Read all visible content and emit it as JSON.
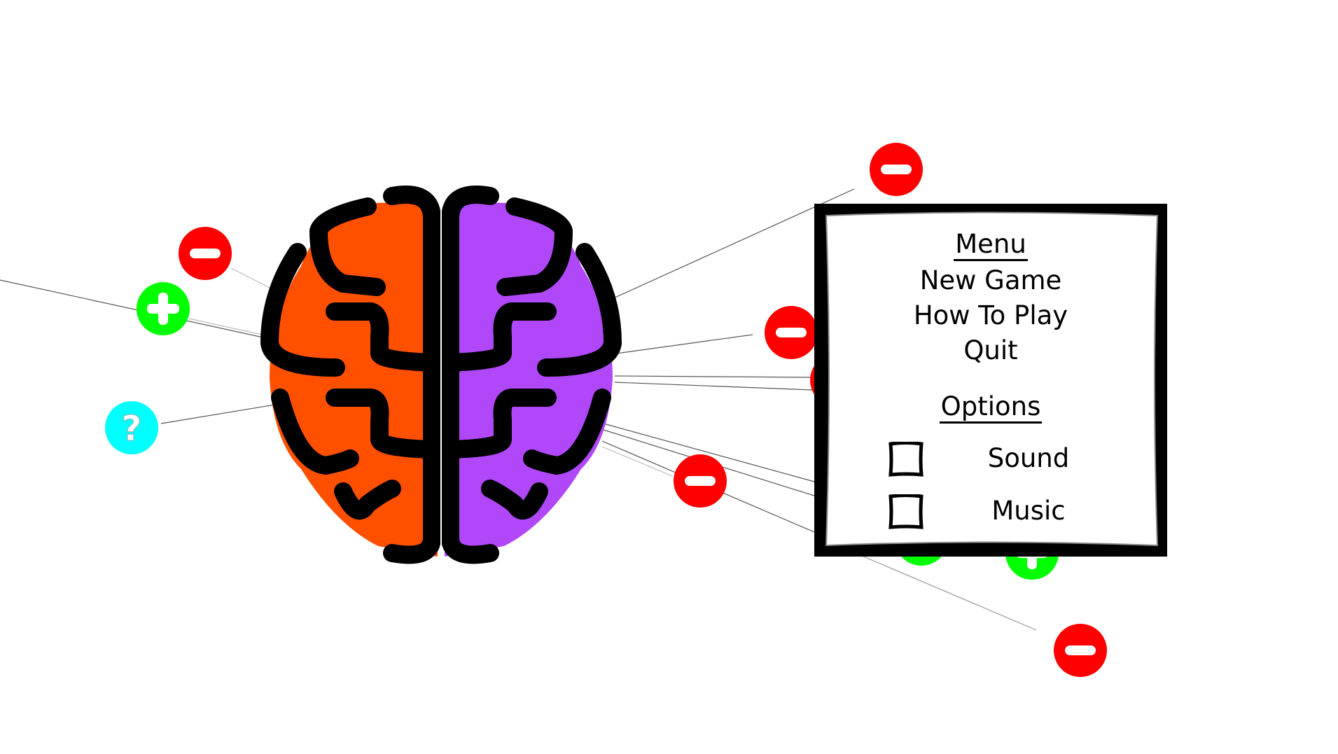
{
  "scene": {
    "brain": {
      "left_hemisphere_color": "#ff5000",
      "right_hemisphere_color": "#b048fa",
      "outline_color": "#000000"
    },
    "nodes": [
      {
        "type": "minus",
        "icon": "minus-circle-icon",
        "color": "#ff0000"
      },
      {
        "type": "plus",
        "icon": "plus-circle-icon",
        "color": "#00ff00"
      },
      {
        "type": "question",
        "icon": "question-circle-icon",
        "color": "#00ffff"
      },
      {
        "type": "minus",
        "icon": "minus-circle-icon",
        "color": "#ff0000"
      },
      {
        "type": "minus",
        "icon": "minus-circle-icon",
        "color": "#ff0000"
      },
      {
        "type": "minus",
        "icon": "minus-circle-icon",
        "color": "#ff0000"
      },
      {
        "type": "minus",
        "icon": "minus-circle-icon",
        "color": "#ff0000"
      },
      {
        "type": "minus",
        "icon": "minus-circle-icon",
        "color": "#ff0000"
      },
      {
        "type": "plus",
        "icon": "plus-circle-icon",
        "color": "#00ff00"
      },
      {
        "type": "plus",
        "icon": "plus-circle-icon",
        "color": "#00ff00"
      }
    ]
  },
  "menu": {
    "title": "Menu",
    "items": [
      {
        "label": "New Game"
      },
      {
        "label": "How To Play"
      },
      {
        "label": "Quit"
      }
    ],
    "options_title": "Options",
    "options": [
      {
        "label": "Sound",
        "checked": false
      },
      {
        "label": "Music",
        "checked": false
      }
    ]
  }
}
